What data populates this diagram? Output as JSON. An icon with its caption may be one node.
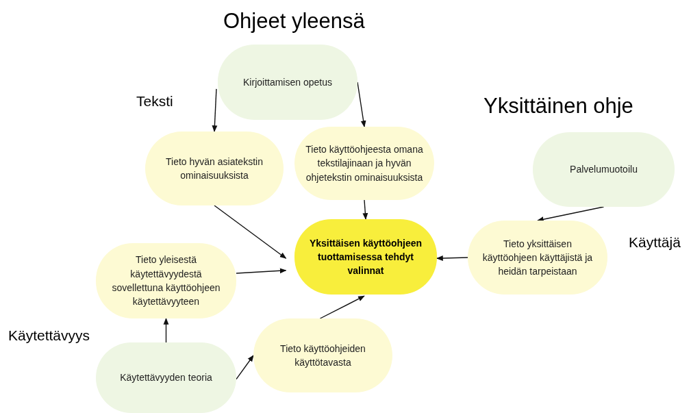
{
  "diagram": {
    "nodes": [
      {
        "text": [
          "Kirjoittamisen opetus"
        ]
      },
      {
        "text": [
          "Tieto hyvän asiatekstin ominaisuuksista"
        ]
      },
      {
        "text": [
          "Tieto käyttöohjeesta omana tekstilajinaan ja hyvän ohjetekstin ominaisuuksista"
        ]
      },
      {
        "text": [
          "Palvelumuotoilu"
        ]
      },
      {
        "text": [
          "Yksittäisen käyttöohjeen tuottamisessa tehdyt valinnat"
        ]
      },
      {
        "text": [
          "Tieto yksittäisen käyttöohjeen käyttäjistä ja heidän tarpeistaan"
        ]
      },
      {
        "text": [
          "Tieto yleisestä käytettävyydestä sovellettuna käyttöohjeen käytettävyyteen"
        ]
      },
      {
        "text": [
          "Tieto käyttöohjeiden käyttötavasta"
        ]
      },
      {
        "text": [
          "Käytettävyyden teoria"
        ]
      }
    ],
    "edges": [
      {
        "from": 0,
        "to": 1,
        "arrow": "to"
      },
      {
        "from": 0,
        "to": 2,
        "arrow": "to"
      },
      {
        "from": 2,
        "to": 4,
        "arrow": "to"
      },
      {
        "from": 1,
        "to": 4,
        "arrow": "to"
      },
      {
        "from": 3,
        "to": 5,
        "arrow": "to"
      },
      {
        "from": 5,
        "to": 4,
        "arrow": "to"
      },
      {
        "from": 6,
        "to": 4,
        "arrow": "to"
      },
      {
        "from": 8,
        "to": 6,
        "arrow": "to"
      },
      {
        "from": 8,
        "to": 7,
        "arrow": "to"
      },
      {
        "from": 7,
        "to": 4,
        "arrow": "to"
      }
    ],
    "labels": [
      "Ohjeet yleensä",
      "Teksti",
      "Yksittäinen ohje",
      "Käyttäjä",
      "Käytettävyys"
    ]
  }
}
